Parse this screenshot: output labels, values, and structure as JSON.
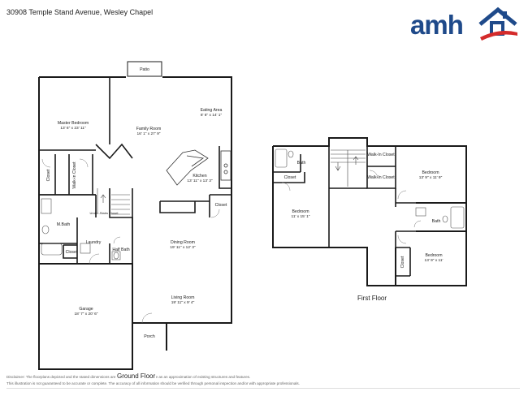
{
  "header": {
    "address": "30908 Temple Stand Avenue, Wesley Chapel",
    "logo_text": "amh"
  },
  "ground_floor": {
    "label": "Ground Floor",
    "rooms": {
      "patio": {
        "name": "Patio",
        "dim": ""
      },
      "master_bedroom": {
        "name": "Master Bedroom",
        "dim": "13' 6\" x 23' 11\""
      },
      "family_room": {
        "name": "Family Room",
        "dim": "16' 1\" x 27' 9\""
      },
      "eating_area": {
        "name": "Eating Area",
        "dim": "8' 6\" x 14' 1\""
      },
      "kitchen": {
        "name": "Kitchen",
        "dim": "13' 11\" x 13' 3\""
      },
      "closet_left": {
        "name": "Closet",
        "dim": ""
      },
      "walkin_closet": {
        "name": "Walk-in Closet",
        "dim": ""
      },
      "mbath": {
        "name": "M.Bath",
        "dim": ""
      },
      "closet_mbath": {
        "name": "Closet",
        "dim": ""
      },
      "laundry": {
        "name": "Laundry",
        "dim": ""
      },
      "under_stairs": {
        "name": "Under-Stairs Closet",
        "dim": ""
      },
      "half_bath": {
        "name": "Half Bath",
        "dim": ""
      },
      "closet_kitchen": {
        "name": "Closet",
        "dim": ""
      },
      "dining_room": {
        "name": "Dining Room",
        "dim": "19' 11\" x 12' 3\""
      },
      "living_room": {
        "name": "Living Room",
        "dim": "19' 11\" x 9' 4\""
      },
      "garage": {
        "name": "Garage",
        "dim": "18' 7\" x 20' 6\""
      },
      "porch": {
        "name": "Porch",
        "dim": ""
      }
    }
  },
  "first_floor": {
    "label": "First Floor",
    "rooms": {
      "bath_top": {
        "name": "Bath",
        "dim": ""
      },
      "closet_left": {
        "name": "Closet",
        "dim": ""
      },
      "bedroom_left": {
        "name": "Bedroom",
        "dim": "11' x 15' 1\""
      },
      "walkin_closet_1": {
        "name": "Walk-In Closet",
        "dim": ""
      },
      "walkin_closet_2": {
        "name": "Walk-In Closet",
        "dim": ""
      },
      "bedroom_top_right": {
        "name": "Bedroom",
        "dim": "13' 9\" x 11' 9\""
      },
      "bath_right": {
        "name": "Bath",
        "dim": ""
      },
      "bedroom_bottom_right": {
        "name": "Bedroom",
        "dim": "13' 9\" x 11'"
      },
      "closet_right": {
        "name": "Closet",
        "dim": ""
      }
    }
  },
  "disclaimer": {
    "line1": "Disclaimer: The floorplans depicted and the stated dimensions are indicative only and serve as an approximation of existing structures and features.",
    "line2": "This illustration is not guaranteed to be accurate or complete. The accuracy of all information should be verified through personal inspection and/or with appropriate professionals."
  },
  "colors": {
    "logo_blue": "#1f4a8a",
    "logo_red": "#d42b2b",
    "wall": "#1a1a1a"
  }
}
